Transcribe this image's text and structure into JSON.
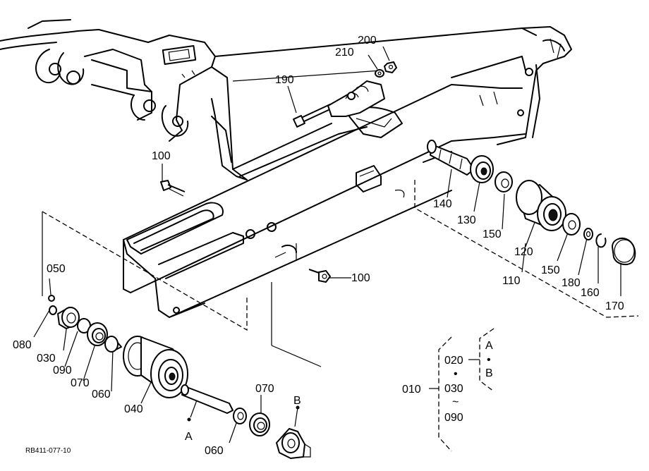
{
  "drawing_code": "RB411-077-10",
  "callouts": {
    "p010": "010",
    "p020": "020",
    "p030": "030",
    "p030b": "030",
    "p040": "040",
    "p050": "050",
    "p060": "060",
    "p060b": "060",
    "p070": "070",
    "p070b": "070",
    "p080": "080",
    "p090": "090",
    "p090b": "090",
    "p100": "100",
    "p100b": "100",
    "p110": "110",
    "p120": "120",
    "p130": "130",
    "p140": "140",
    "p150": "150",
    "p150b": "150",
    "p160": "160",
    "p170": "170",
    "p180": "180",
    "p190": "190",
    "p200": "200",
    "p210": "210"
  },
  "refs": {
    "a_shaft": "A",
    "b_bracket": "B",
    "a_group": "A",
    "b_group": "B",
    "bullet": "•",
    "tilde": "~"
  }
}
